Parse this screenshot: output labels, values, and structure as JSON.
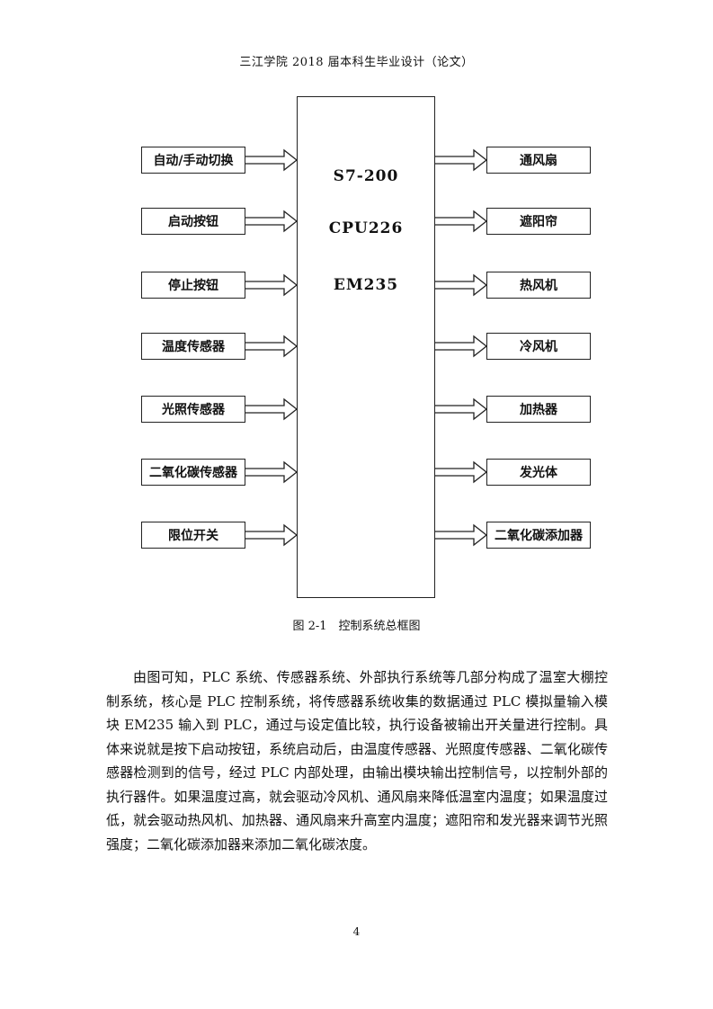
{
  "header": {
    "title": "三江学院 2018 届本科生毕业设计（论文）"
  },
  "diagram": {
    "cpu": {
      "line1": "S7-200",
      "line2": "CPU226",
      "line3": "EM235"
    },
    "inputs": [
      {
        "label": "自动/手动切换"
      },
      {
        "label": "启动按钮"
      },
      {
        "label": "停止按钮"
      },
      {
        "label": "温度传感器"
      },
      {
        "label": "光照传感器"
      },
      {
        "label": "二氧化碳传感器"
      },
      {
        "label": "限位开关"
      }
    ],
    "outputs": [
      {
        "label": "通风扇"
      },
      {
        "label": "遮阳帘"
      },
      {
        "label": "热风机"
      },
      {
        "label": "冷风机"
      },
      {
        "label": "加热器"
      },
      {
        "label": "发光体"
      },
      {
        "label": "二氧化碳添加器"
      }
    ]
  },
  "caption": "图 2-1　控制系统总框图",
  "paragraph": "由图可知，PLC 系统、传感器系统、外部执行系统等几部分构成了温室大棚控制系统，核心是 PLC 控制系统，将传感器系统收集的数据通过 PLC 模拟量输入模块 EM235 输入到 PLC，通过与设定值比较，执行设备被输出开关量进行控制。具体来说就是按下启动按钮，系统启动后，由温度传感器、光照度传感器、二氧化碳传感器检测到的信号，经过 PLC 内部处理，由输出模块输出控制信号，以控制外部的执行器件。如果温度过高，就会驱动冷风机、通风扇来降低温室内温度；如果温度过低，就会驱动热风机、加热器、通风扇来升高室内温度；遮阳帘和发光器来调节光照强度；二氧化碳添加器来添加二氧化碳浓度。",
  "page_number": "4"
}
